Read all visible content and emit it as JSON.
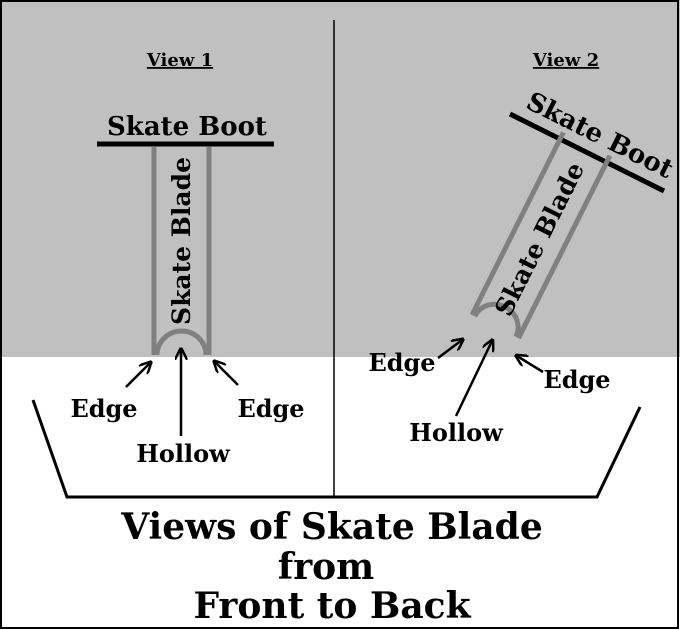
{
  "colors": {
    "background_top": "#c0c0c0",
    "background_bottom": "#ffffff",
    "blade_outline": "#808080",
    "ink": "#000000"
  },
  "view1": {
    "heading": "View 1",
    "boot_label": "Skate Boot",
    "blade_label": "Skate Blade",
    "edge_left_label": "Edge",
    "edge_right_label": "Edge",
    "hollow_label": "Hollow"
  },
  "view2": {
    "heading": "View 2",
    "boot_label": "Skate Boot",
    "blade_label": "Skate Blade",
    "edge_left_label": "Edge",
    "edge_right_label": "Edge",
    "hollow_label": "Hollow"
  },
  "title": {
    "line1": "Views of Skate Blade",
    "line2": "from",
    "line3": "Front to Back"
  }
}
